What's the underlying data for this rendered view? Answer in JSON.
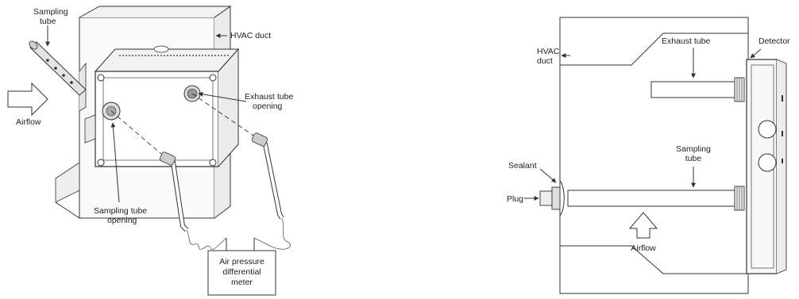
{
  "left_diagram": {
    "labels": {
      "sampling_tube_1": "Sampling",
      "sampling_tube_2": "tube",
      "hvac_duct": "HVAC duct",
      "exhaust_opening_1": "Exhaust tube",
      "exhaust_opening_2": "opening",
      "airflow": "Airflow",
      "sampling_opening_1": "Sampling tube",
      "sampling_opening_2": "opening",
      "meter_1": "Air pressure",
      "meter_2": "differential",
      "meter_3": "meter"
    }
  },
  "right_diagram": {
    "labels": {
      "exhaust_tube": "Exhaust tube",
      "detector": "Detector",
      "hvac_1": "HVAC",
      "hvac_2": "duct",
      "sampling_tube_1": "Sampling",
      "sampling_tube_2": "tube",
      "sealant": "Sealant",
      "plug": "Plug",
      "airflow": "Airflow"
    }
  }
}
